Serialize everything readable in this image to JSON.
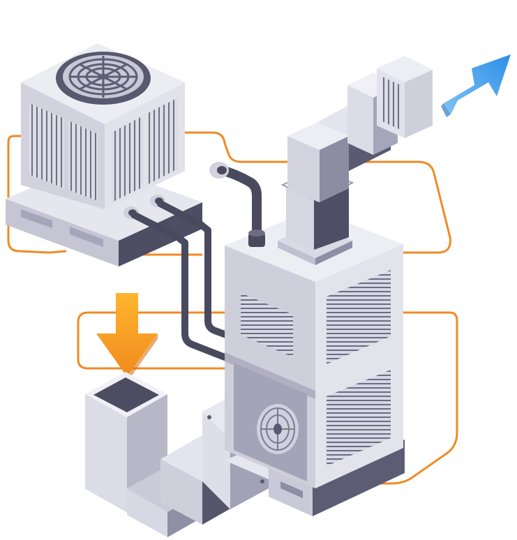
{
  "illustration": {
    "subject": "hvac-system-isometric",
    "components": [
      {
        "name": "outdoor-condenser-unit",
        "icon": "condenser-fan-icon"
      },
      {
        "name": "indoor-air-handler",
        "icon": "air-handler-icon"
      },
      {
        "name": "supply-duct",
        "icon": "duct-icon"
      },
      {
        "name": "return-air-intake",
        "icon": "intake-duct-icon"
      },
      {
        "name": "blower-fan",
        "icon": "blower-icon"
      }
    ],
    "arrows": [
      {
        "name": "intake-arrow",
        "direction": "down",
        "color": "#f7a51c"
      },
      {
        "name": "exhaust-arrow",
        "direction": "up-right",
        "color": "#3d9be8"
      }
    ],
    "colors": {
      "flow_line": "#f08a24",
      "metal_light": "#e9e9f0",
      "metal_mid": "#b8b8c8",
      "metal_dark": "#5a5a72",
      "pipe": "#4a4a5e"
    }
  }
}
